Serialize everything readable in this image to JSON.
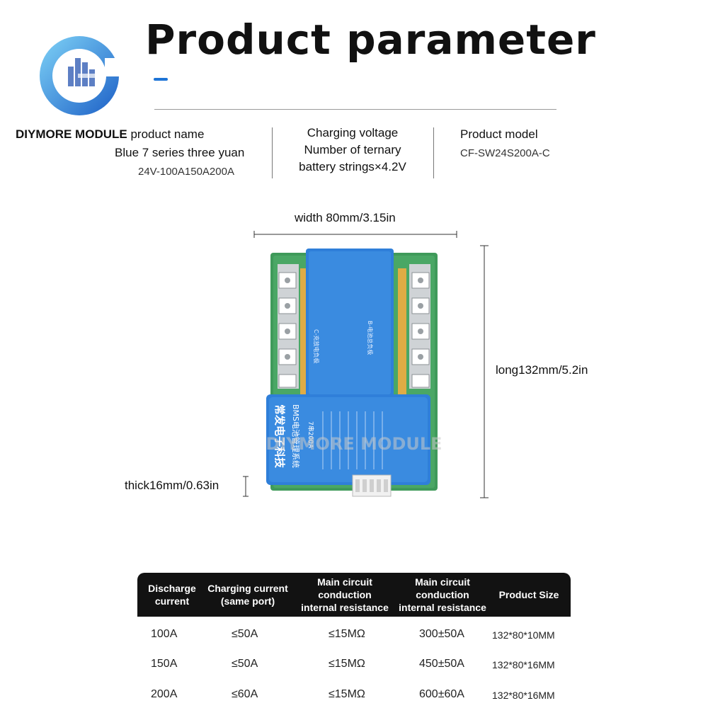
{
  "header": {
    "title": "Product parameter"
  },
  "product_info": {
    "brand": "DIYMORE MODULE",
    "name_label": "product name",
    "name_line2": "Blue 7 series three yuan",
    "name_line3": "24V-100A150A200A",
    "charging": [
      "Charging voltage",
      "Number of ternary",
      "battery strings×4.2V"
    ],
    "model_label": "Product model",
    "model_value": "CF-SW24S200A-C"
  },
  "dimensions": {
    "width": "width 80mm/3.15in",
    "length": "long132mm/5.2in",
    "thick": "thick16mm/0.63in"
  },
  "board": {
    "brand_cn": "常发电子科技",
    "system_cn": "BMS电池管理系统",
    "model": "7串200A",
    "left_label": "C-充放电负极",
    "right_label": "B-电池总负极",
    "watermark": "DIYMORE MODULE"
  },
  "table": {
    "headers": [
      "Discharge\ncurrent",
      "Charging current\n(same port)",
      "Main circuit\nconduction\ninternal resistance",
      "Main circuit\nconduction\ninternal resistance",
      "Product Size"
    ],
    "rows": [
      [
        "100A",
        "≤50A",
        "≤15MΩ",
        "300±50A",
        "132*80*10MM"
      ],
      [
        "150A",
        "≤50A",
        "≤15MΩ",
        "450±50A",
        "132*80*16MM"
      ],
      [
        "200A",
        "≤60A",
        "≤15MΩ",
        "600±60A",
        "132*80*16MM"
      ]
    ]
  },
  "colors": {
    "accent": "#1e74d6",
    "board_blue": "#2f7fd9",
    "pcb_green": "#3f9a5a",
    "table_header": "#121212"
  }
}
